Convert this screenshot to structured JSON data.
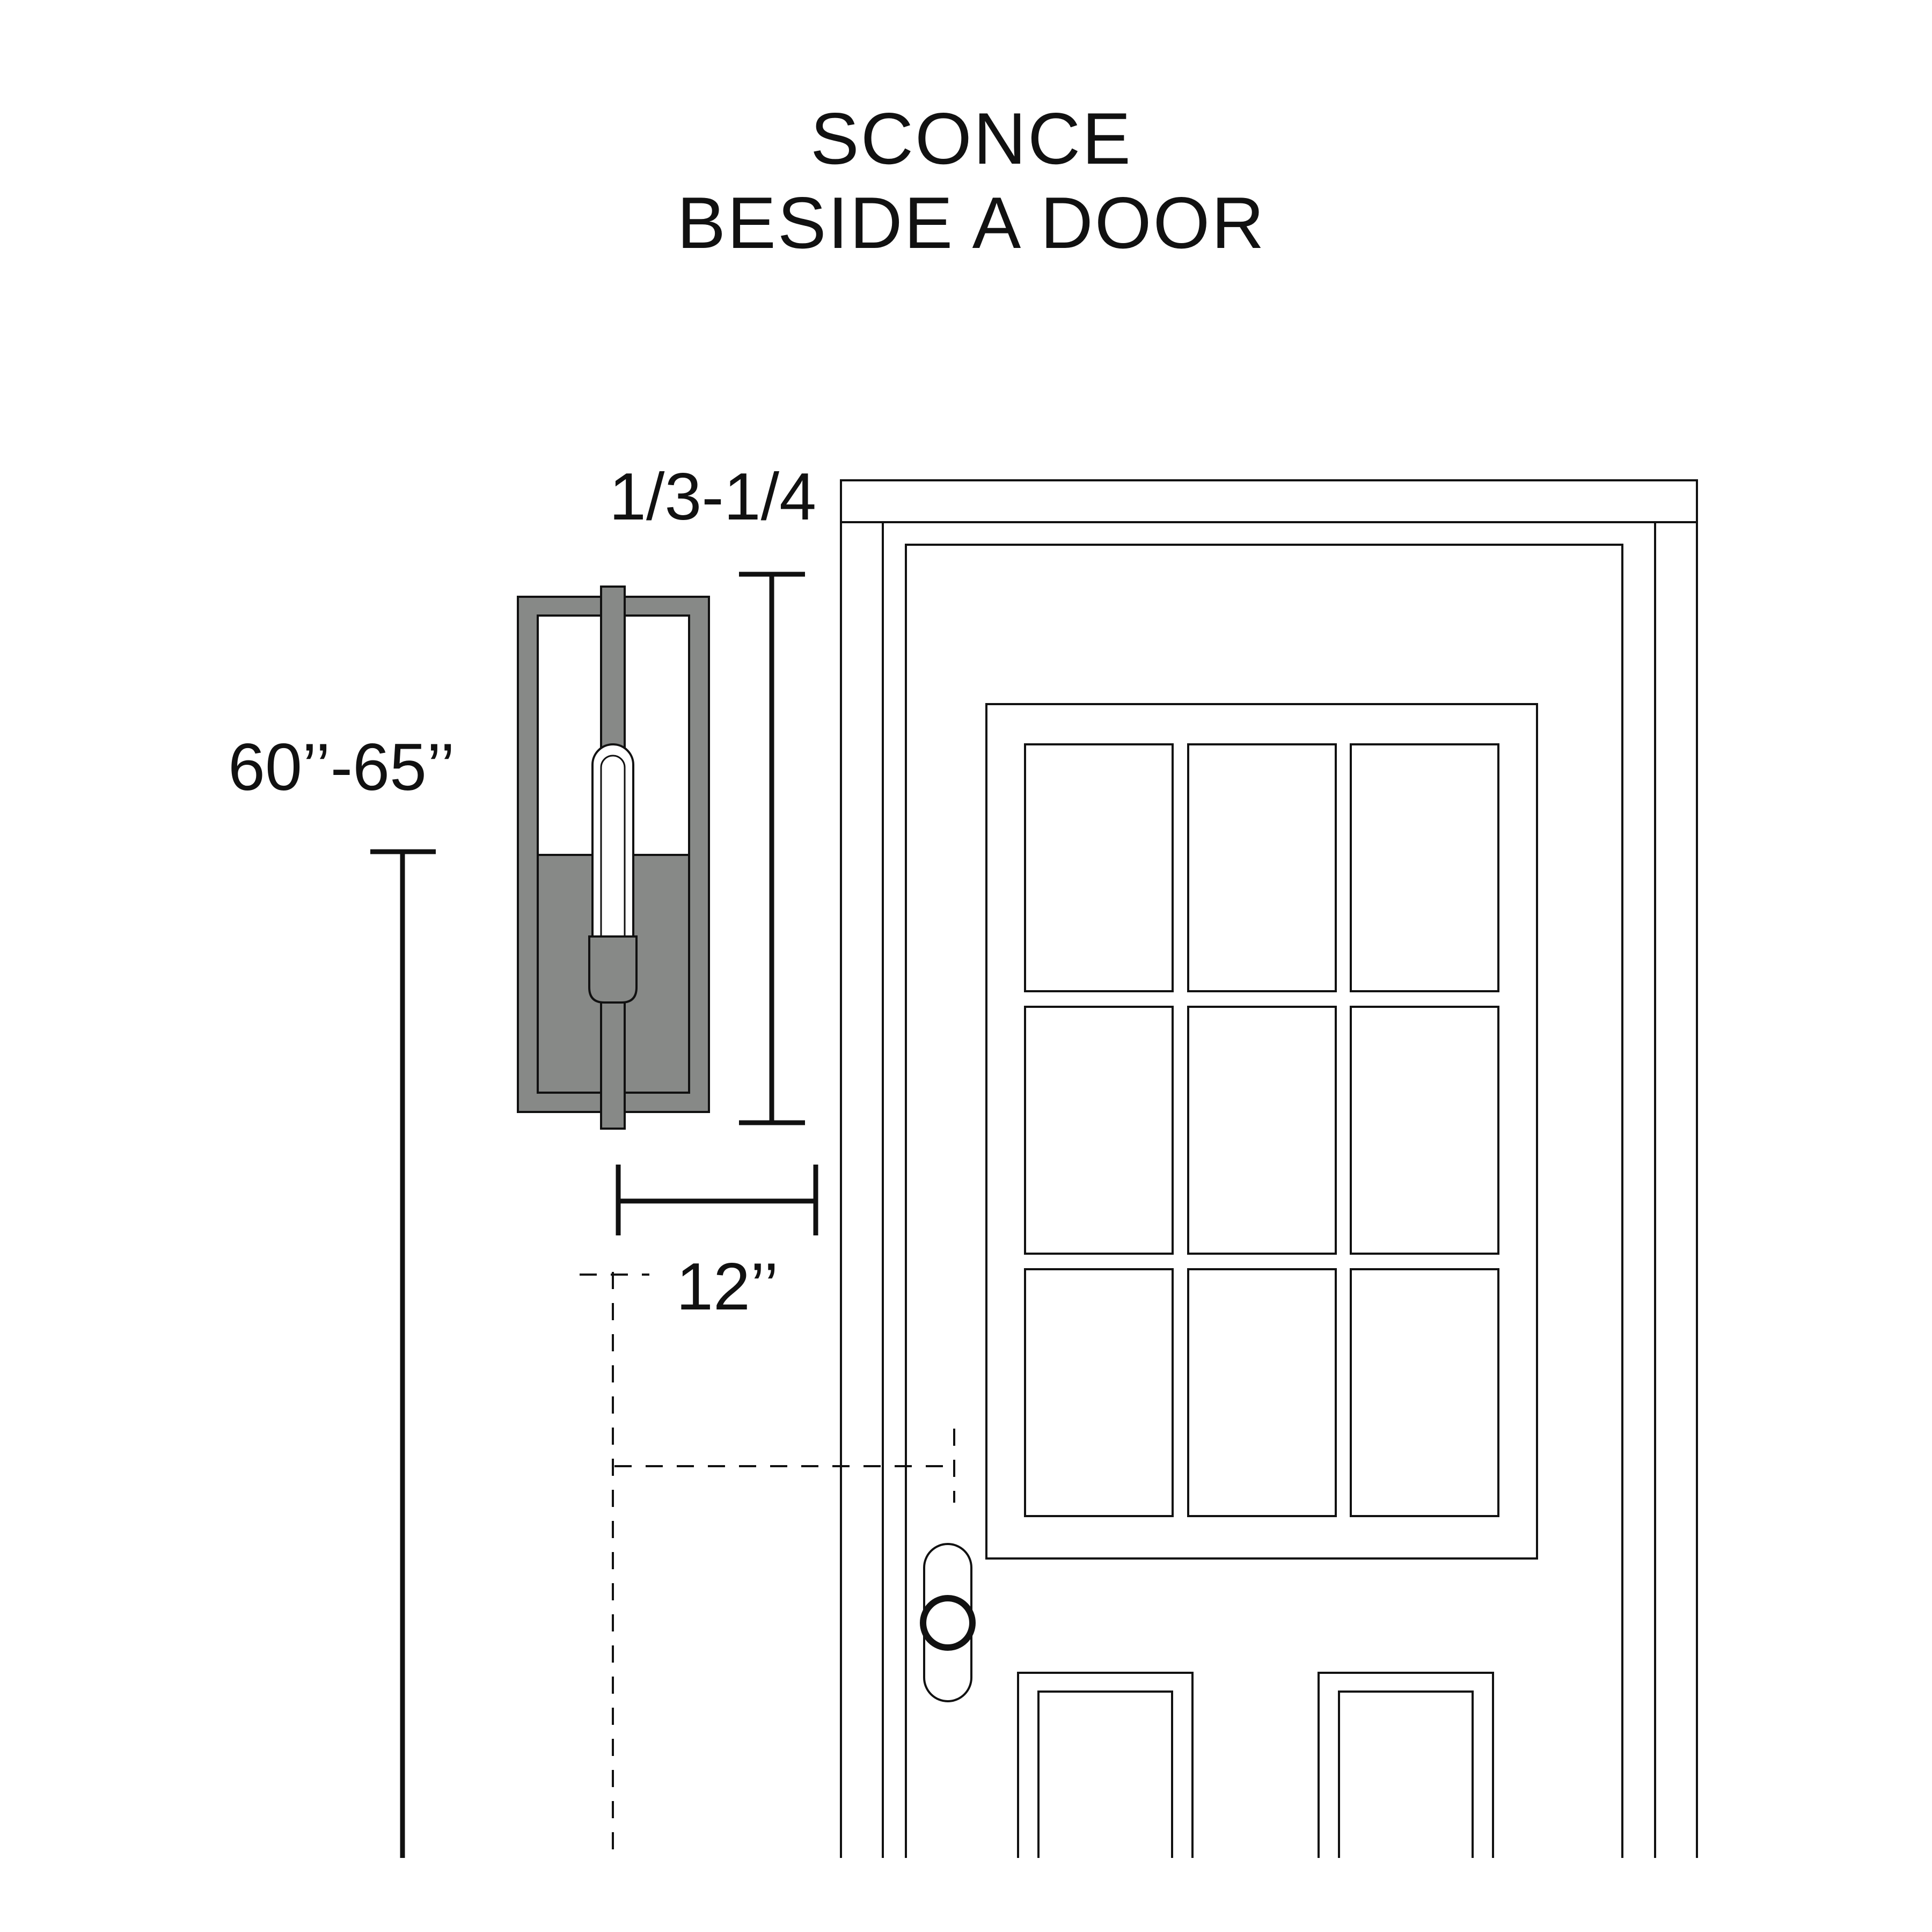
{
  "title": {
    "line1": "SCONCE",
    "line2": "BESIDE A DOOR"
  },
  "dimensions": {
    "mount_height": "60’’-65’’",
    "fixture_size": "1/3-1/4",
    "door_offset": "12’’"
  },
  "colors": {
    "line": "#111111",
    "fixture_metal": "#878987",
    "background": "#ffffff"
  }
}
